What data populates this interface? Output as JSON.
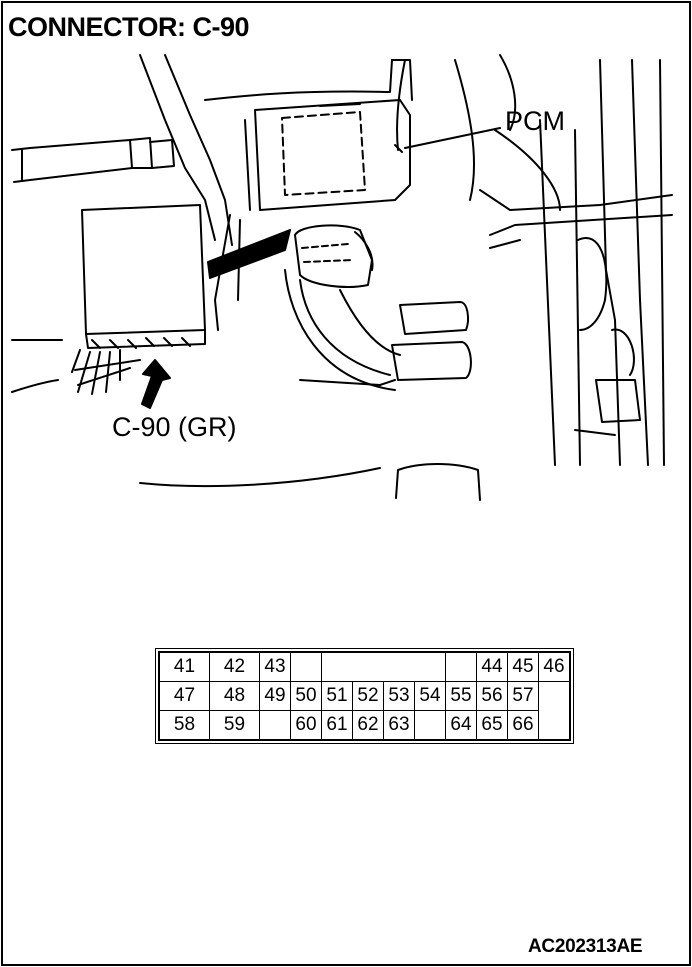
{
  "title": "CONNECTOR: C-90",
  "labels": {
    "pcm": "PCM",
    "connector": "C-90 (GR)"
  },
  "figure_id": "AC202313AE",
  "pin_rows": [
    [
      "41",
      "42",
      "43",
      "",
      "",
      "",
      "",
      "",
      "44",
      "45",
      "46"
    ],
    [
      "47",
      "48",
      "49",
      "50",
      "51",
      "52",
      "53",
      "54",
      "55",
      "56",
      "57"
    ],
    [
      "58",
      "59",
      "",
      "60",
      "61",
      "62",
      "63",
      "",
      "64",
      "65",
      "66"
    ]
  ]
}
